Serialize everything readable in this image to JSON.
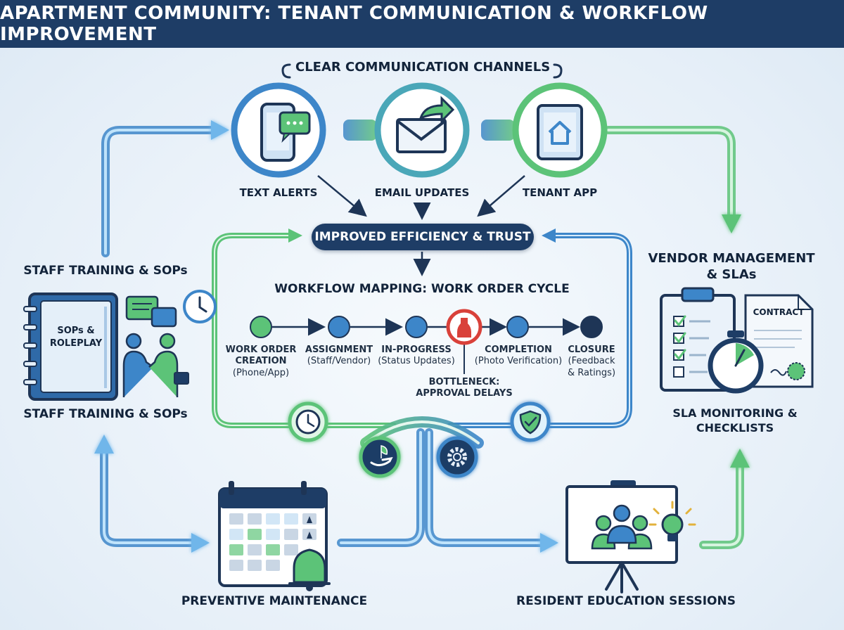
{
  "title": "APARTMENT COMMUNITY: TENANT COMMUNICATION & WORKFLOW IMPROVEMENT",
  "channels": {
    "heading": "CLEAR COMMUNICATION CHANNELS",
    "items": [
      {
        "label": "TEXT ALERTS",
        "icon": "phone-chat-icon"
      },
      {
        "label": "EMAIL UPDATES",
        "icon": "email-forward-icon"
      },
      {
        "label": "TENANT APP",
        "icon": "tablet-home-icon"
      }
    ]
  },
  "center": {
    "pill": "IMPROVED EFFICIENCY & TRUST",
    "workflow_heading": "WORKFLOW MAPPING: WORK ORDER CYCLE",
    "steps": [
      {
        "title": "WORK ORDER",
        "line2": "CREATION",
        "detail": "(Phone/App)"
      },
      {
        "title": "ASSIGNMENT",
        "line2": "",
        "detail": "(Staff/Vendor)"
      },
      {
        "title": "IN-PROGRESS",
        "line2": "",
        "detail": "(Status Updates)"
      },
      {
        "title": "COMPLETION",
        "line2": "",
        "detail": "(Photo Verification)"
      },
      {
        "title": "CLOSURE",
        "line2": "",
        "detail": "(Feedback",
        "detail2": "& Ratings)"
      }
    ],
    "bottleneck": {
      "line1": "BOTTLENECK:",
      "line2": "APPROVAL DELAYS"
    }
  },
  "left": {
    "heading_top": "STAFF TRAINING & SOPs",
    "binder_line1": "SOPs &",
    "binder_line2": "ROLEPLAY",
    "heading_bottom": "STAFF TRAINING & SOPs"
  },
  "right": {
    "heading_line1": "VENDOR MANAGEMENT",
    "heading_line2": "& SLAs",
    "contract": "CONTRACT",
    "caption_line1": "SLA MONITORING &",
    "caption_line2": "CHECKLISTS"
  },
  "bottom": {
    "left_caption": "PREVENTIVE MAINTENANCE",
    "right_caption": "RESIDENT EDUCATION SESSIONS"
  },
  "colors": {
    "navy": "#1e3d66",
    "blue": "#3d86c9",
    "light_blue": "#6fb6ea",
    "green": "#5cc378",
    "red": "#d9413a",
    "dark_node": "#1e3556"
  }
}
